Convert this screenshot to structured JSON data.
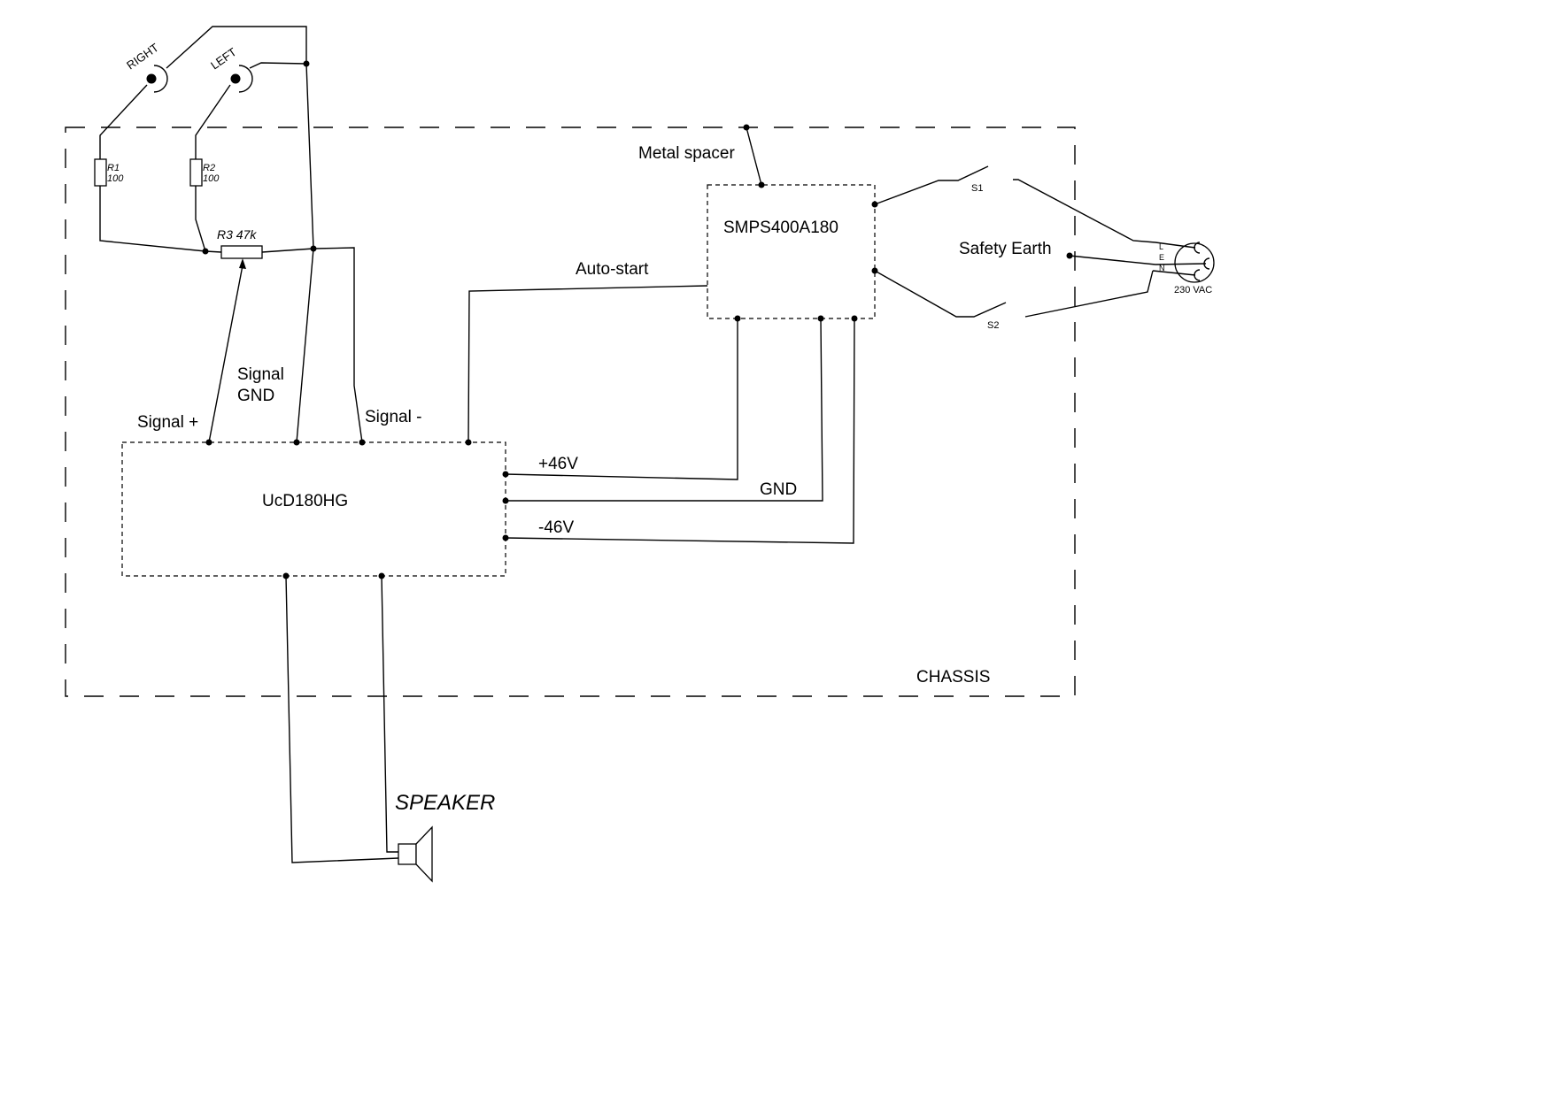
{
  "labels": {
    "right": "RIGHT",
    "left": "LEFT",
    "r1_name": "R1",
    "r1_value": "100",
    "r2_name": "R2",
    "r2_value": "100",
    "r3": "R3 47k",
    "metal_spacer": "Metal spacer",
    "smps": "SMPS400A180",
    "s1": "S1",
    "s2": "S2",
    "safety_earth": "Safety Earth",
    "line_l": "L",
    "line_e": "E",
    "line_n": "N",
    "mains": "230 VAC",
    "auto_start": "Auto-start",
    "signal_gnd_1": "Signal",
    "signal_gnd_2": "GND",
    "signal_plus": "Signal +",
    "signal_minus": "Signal -",
    "amp": "UcD180HG",
    "plus46": "+46V",
    "gnd": "GND",
    "minus46": "-46V",
    "chassis": "CHASSIS",
    "speaker": "SPEAKER"
  },
  "colors": {
    "ink": "#000000",
    "background": "#ffffff"
  }
}
